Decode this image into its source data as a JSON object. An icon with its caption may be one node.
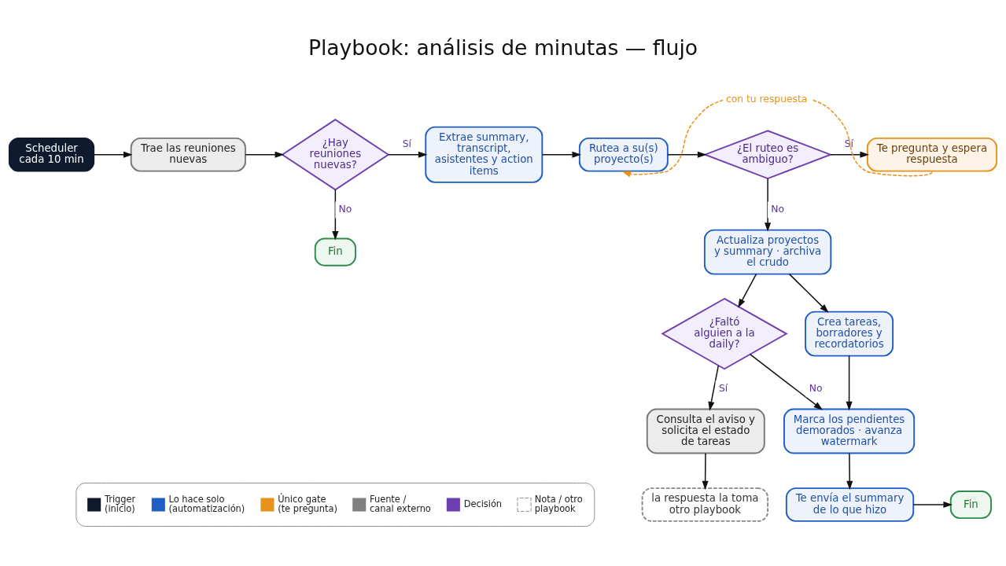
{
  "diagram": {
    "title": "Playbook: análisis de minutas — flujo",
    "nodes": [
      {
        "text": [
          "Scheduler cada 10 min"
        ]
      },
      {
        "text": [
          "Trae las reuniones nuevas"
        ]
      },
      {
        "text": [
          "¿Hay reuniones nuevas?"
        ]
      },
      {
        "text": [
          "Fin"
        ]
      },
      {
        "text": [
          "Extrae summary, transcript, asistentes y action items"
        ]
      },
      {
        "text": [
          "Rutea a su(s) proyecto(s)"
        ]
      },
      {
        "text": [
          "¿El ruteo es ambiguo?"
        ]
      },
      {
        "text": [
          "Te pregunta y espera respuesta"
        ]
      },
      {
        "text": [
          "Actualiza proyectos y summary · archiva el crudo"
        ]
      },
      {
        "text": [
          "¿Faltó alguien a la daily?"
        ]
      },
      {
        "text": [
          "Crea tareas, borradores y recordatorios"
        ]
      },
      {
        "text": [
          "Consulta el aviso y solicita el estado de tareas"
        ]
      },
      {
        "text": [
          "la respuesta la toma otro playbook"
        ]
      },
      {
        "text": [
          "Marca los pendientes demorados · avanza watermark"
        ]
      },
      {
        "text": [
          "Te envía el summary de lo que hizo"
        ]
      },
      {
        "text": [
          "Fin"
        ]
      }
    ],
    "edges": [
      {
        "from": 0,
        "to": 1,
        "arrow": "to"
      },
      {
        "from": 1,
        "to": 2,
        "arrow": "to"
      },
      {
        "from": 2,
        "to": 4,
        "arrow": "to",
        "label": "Sí"
      },
      {
        "from": 2,
        "to": 3,
        "arrow": "to",
        "label": "No"
      },
      {
        "from": 4,
        "to": 5,
        "arrow": "to"
      },
      {
        "from": 5,
        "to": 6,
        "arrow": "to"
      },
      {
        "from": 6,
        "to": 7,
        "arrow": "to",
        "label": "Sí"
      },
      {
        "from": 6,
        "to": 8,
        "arrow": "to",
        "label": "No"
      },
      {
        "from": 7,
        "to": 5,
        "arrow": "to",
        "label": "con tu respuesta",
        "style": "dashed",
        "color": "#e8921a"
      },
      {
        "from": 8,
        "to": 9,
        "arrow": "to"
      },
      {
        "from": 8,
        "to": 10,
        "arrow": "to"
      },
      {
        "from": 9,
        "to": 11,
        "arrow": "to",
        "label": "Sí"
      },
      {
        "from": 9,
        "to": 13,
        "arrow": "to",
        "label": "No"
      },
      {
        "from": 10,
        "to": 13,
        "arrow": "to"
      },
      {
        "from": 11,
        "to": 12,
        "arrow": "to"
      },
      {
        "from": 13,
        "to": 14,
        "arrow": "to"
      },
      {
        "from": 14,
        "to": 15,
        "arrow": "to"
      }
    ],
    "legend": [
      {
        "text": "Trigger (inicio)",
        "color": "#0f1a2e"
      },
      {
        "text": "Lo hace solo (automatización)",
        "color": "#1f5fc4"
      },
      {
        "text": "Único gate (te pregunta)",
        "color": "#e8921a"
      },
      {
        "text": "Fuente / canal externo",
        "color": "#808080"
      },
      {
        "text": "Decisión",
        "color": "#6b3fb0"
      },
      {
        "text": "Nota / otro playbook"
      }
    ]
  }
}
